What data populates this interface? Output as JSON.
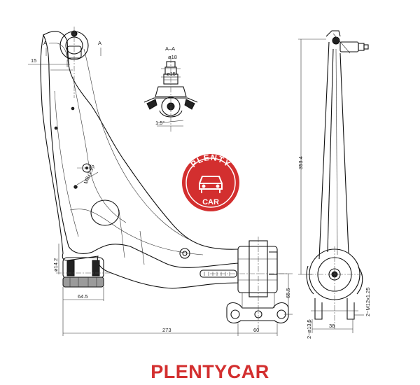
{
  "brand": {
    "name": "PLENTYCAR",
    "logo_top_text": "PLENTY",
    "logo_bottom_text": "CAR",
    "color": "#d32f2f"
  },
  "section": {
    "title": "A–A",
    "marker": "A",
    "diameter_top": "ø18",
    "diameter_mid": "ø15",
    "angle": "1.5°"
  },
  "dimensions": {
    "d15": "15",
    "thread": "M8x1,25",
    "dia_bushing": "ø14.2",
    "w64_5": "64.5",
    "w273": "273",
    "w60": "60",
    "h65_5": "65.5",
    "h353_4": "353.4",
    "thread_side": "2~M12x1.25",
    "hole_side": "2~ø13.5",
    "w38": "38"
  }
}
